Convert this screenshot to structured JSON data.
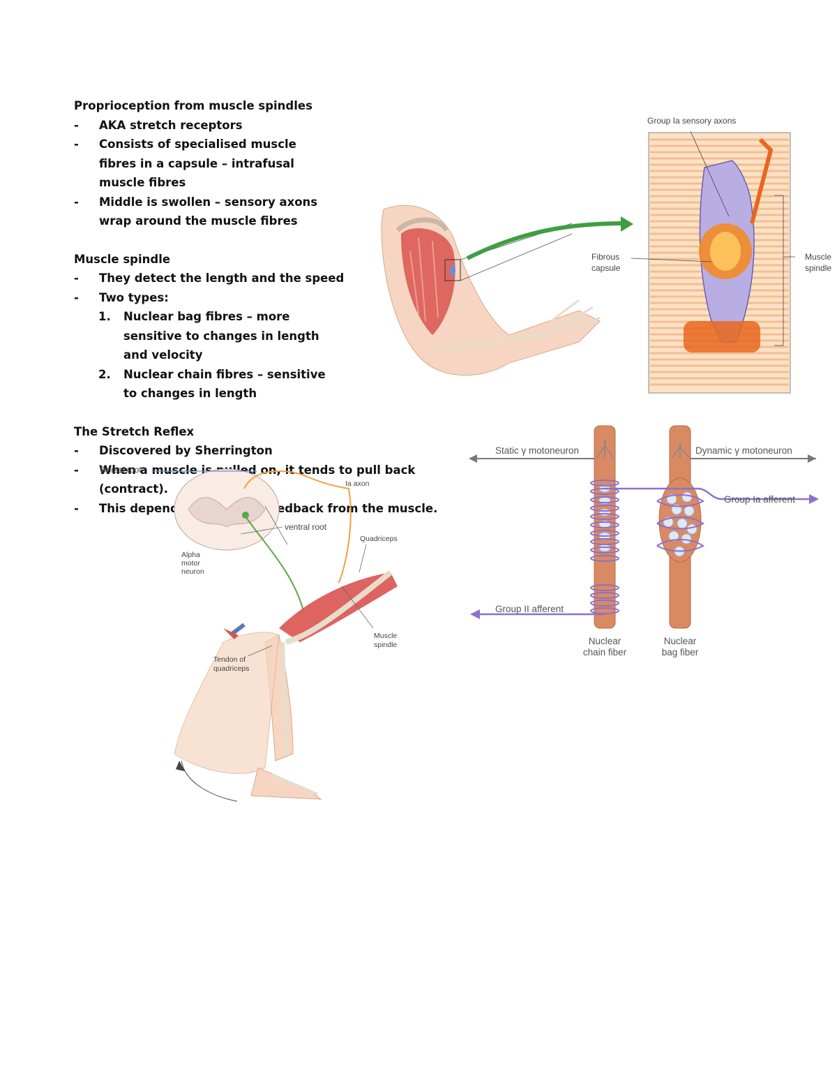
{
  "sections": [
    {
      "heading": "Proprioception from muscle spindles",
      "items": [
        "AKA stretch receptors",
        "Consists of specialised muscle fibres in a capsule – intrafusal muscle fibres",
        "Middle is swollen – sensory axons wrap around the muscle fibres"
      ]
    },
    {
      "heading": "Muscle spindle",
      "items": [
        "They detect the length and the speed",
        "Two types:"
      ],
      "numbered": [
        "Nuclear bag fibres – more sensitive to changes in length and velocity",
        "Nuclear chain fibres – sensitive to changes in length"
      ]
    },
    {
      "heading": "The Stretch Reflex",
      "items": [
        "Discovered by Sherrington",
        "When a muscle is pulled on, it tends to pull back (contract).",
        "This depends on sensory feedback from the muscle."
      ]
    }
  ],
  "dash": "-",
  "num_labels": [
    "1.",
    "2."
  ],
  "figure_spindle": {
    "group_ia_sensory_axons": "Group Ia sensory axons",
    "fibrous_capsule_1": "Fibrous",
    "fibrous_capsule_2": "capsule",
    "muscle_spindle_1": "Muscle",
    "muscle_spindle_2": "spindle"
  },
  "figure_reflex": {
    "dorsal_root": "Dorsal root",
    "ia_axon": "Ia axon",
    "ventral_root": "ventral root",
    "quadriceps": "Quadriceps",
    "alpha_1": "Alpha",
    "alpha_2": "motor",
    "alpha_3": "neuron",
    "muscle_spindle_1": "Muscle",
    "muscle_spindle_2": "spindle",
    "tendon_1": "Tendon of",
    "tendon_2": "quadriceps"
  },
  "figure_fibers": {
    "static_gamma": "Static γ motoneuron",
    "dynamic_gamma": "Dynamic γ motoneuron",
    "group_ia_afferent": "Group Ia afferent",
    "group_ii_afferent": "Group II afferent",
    "nuclear_chain_1": "Nuclear",
    "nuclear_chain_2": "chain fiber",
    "nuclear_bag_1": "Nuclear",
    "nuclear_bag_2": "bag fiber"
  },
  "colors": {
    "muscle": "#d9534f",
    "fiber": "#d98a63",
    "fiber_dark": "#b86a48",
    "purple": "#8e6fc9",
    "arrow_grey": "#777777",
    "green_arrow": "#3f9e43",
    "orange_stripe": "#f0b07a"
  }
}
